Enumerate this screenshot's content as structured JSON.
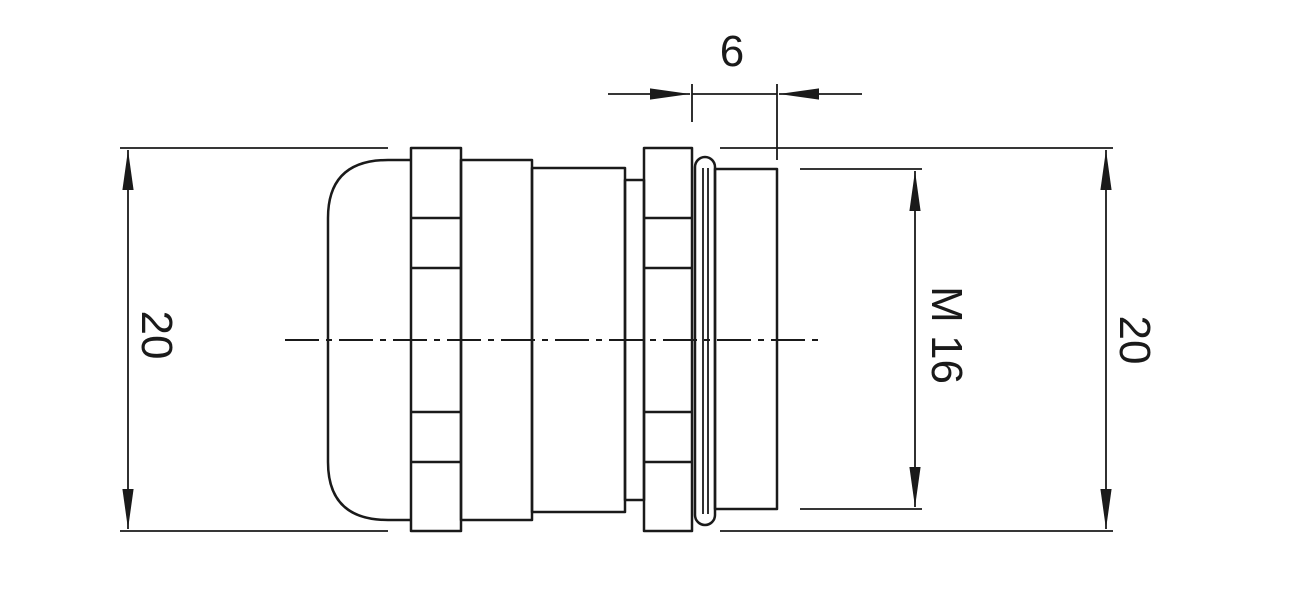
{
  "drawing": {
    "dimensions": {
      "top_width": "6",
      "left_height": "20",
      "thread": "M 16",
      "right_height": "20"
    },
    "colors": {
      "stroke": "#1a1a1a",
      "background": "#ffffff"
    }
  }
}
